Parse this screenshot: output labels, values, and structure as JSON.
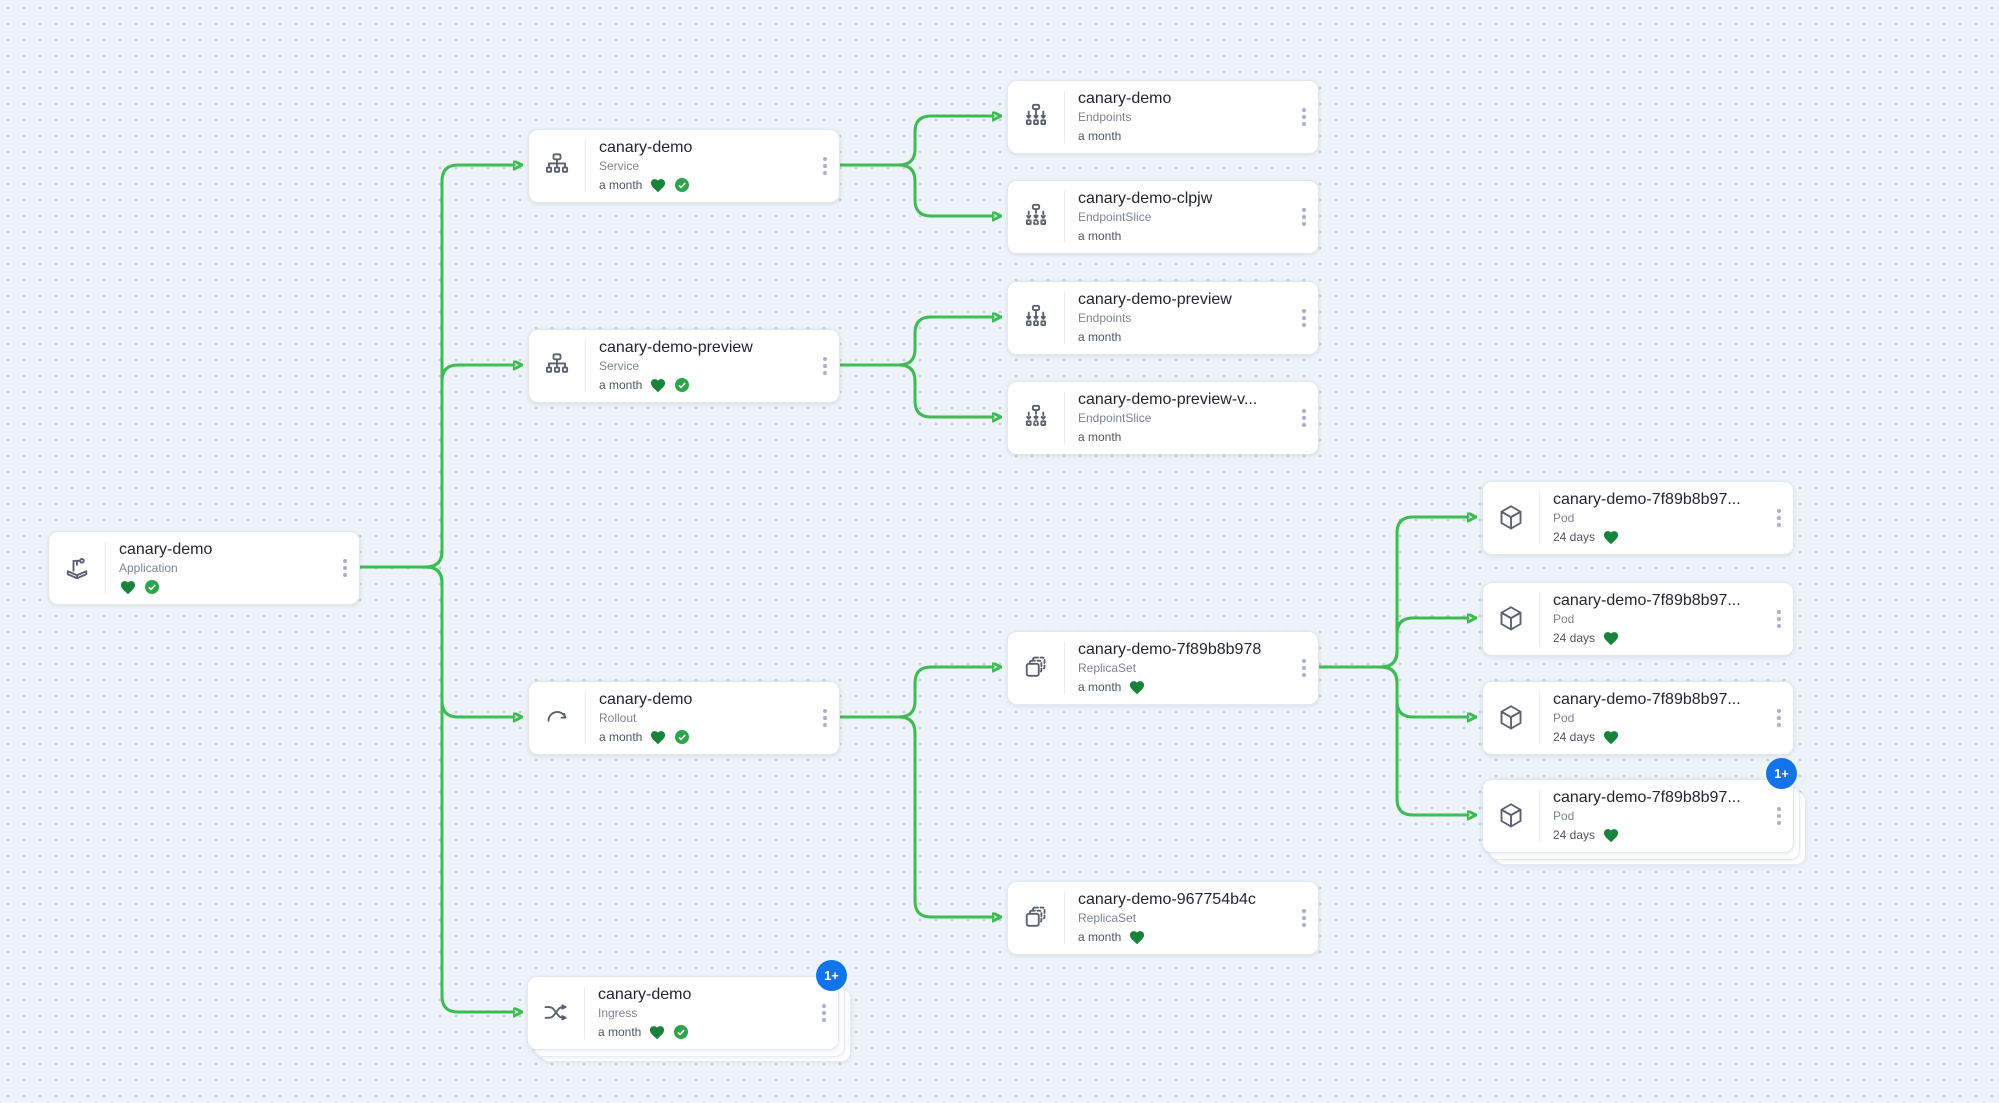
{
  "canvas": {
    "background_color": "#edf3f8",
    "dot_color": "#c6d1dc",
    "edge_color": "#3dbb54"
  },
  "colors": {
    "healthy_heart": "#17833b",
    "synced_check": "#2da44e",
    "badge_background": "#1273eb",
    "card_background": "#ffffff",
    "card_border": "#e2e7ee"
  },
  "badge_label": "1+",
  "nodes": [
    {
      "title": "canary-demo",
      "kind": "Application",
      "age": "",
      "icon": "application-icon",
      "health": [
        "healthy",
        "synced"
      ]
    },
    {
      "title": "canary-demo",
      "kind": "Service",
      "age": "a month",
      "icon": "service-icon",
      "health": [
        "healthy",
        "synced"
      ]
    },
    {
      "title": "canary-demo-preview",
      "kind": "Service",
      "age": "a month",
      "icon": "service-icon",
      "health": [
        "healthy",
        "synced"
      ]
    },
    {
      "title": "canary-demo",
      "kind": "Rollout",
      "age": "a month",
      "icon": "rollout-icon",
      "health": [
        "healthy",
        "synced"
      ]
    },
    {
      "title": "canary-demo",
      "kind": "Ingress",
      "age": "a month",
      "icon": "ingress-icon",
      "health": [
        "healthy",
        "synced"
      ],
      "badge": "1+"
    },
    {
      "title": "canary-demo",
      "kind": "Endpoints",
      "age": "a month",
      "icon": "endpoints-icon",
      "health": []
    },
    {
      "title": "canary-demo-clpjw",
      "kind": "EndpointSlice",
      "age": "a month",
      "icon": "endpointslice-icon",
      "health": []
    },
    {
      "title": "canary-demo-preview",
      "kind": "Endpoints",
      "age": "a month",
      "icon": "endpoints-icon",
      "health": []
    },
    {
      "title": "canary-demo-preview-v...",
      "kind": "EndpointSlice",
      "age": "a month",
      "icon": "endpointslice-icon",
      "health": []
    },
    {
      "title": "canary-demo-7f89b8b978",
      "kind": "ReplicaSet",
      "age": "a month",
      "icon": "replicaset-icon",
      "health": [
        "healthy"
      ]
    },
    {
      "title": "canary-demo-967754b4c",
      "kind": "ReplicaSet",
      "age": "a month",
      "icon": "replicaset-icon",
      "health": [
        "healthy"
      ]
    },
    {
      "title": "canary-demo-7f89b8b97...",
      "kind": "Pod",
      "age": "24 days",
      "icon": "pod-icon",
      "health": [
        "healthy"
      ]
    },
    {
      "title": "canary-demo-7f89b8b97...",
      "kind": "Pod",
      "age": "24 days",
      "icon": "pod-icon",
      "health": [
        "healthy"
      ]
    },
    {
      "title": "canary-demo-7f89b8b97...",
      "kind": "Pod",
      "age": "24 days",
      "icon": "pod-icon",
      "health": [
        "healthy"
      ]
    },
    {
      "title": "canary-demo-7f89b8b97...",
      "kind": "Pod",
      "age": "24 days",
      "icon": "pod-icon",
      "health": [
        "healthy"
      ],
      "badge": "1+"
    }
  ]
}
